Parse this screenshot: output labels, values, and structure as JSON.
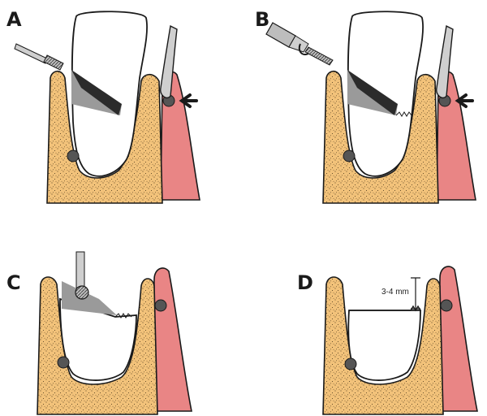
{
  "panels": [
    {
      "letter": "A"
    },
    {
      "letter": "B"
    },
    {
      "letter": "C"
    },
    {
      "letter": "D",
      "measurement": "3-4 mm"
    }
  ],
  "colors": {
    "bone": "#f2c27a",
    "gingiva": "#e98585",
    "instrument": "#cfcfcf",
    "wedge_dark": "#2b2b2b",
    "wedge_light": "#9a9a9a",
    "outline": "#1a1a1a",
    "ligament_dot": "#555555"
  }
}
